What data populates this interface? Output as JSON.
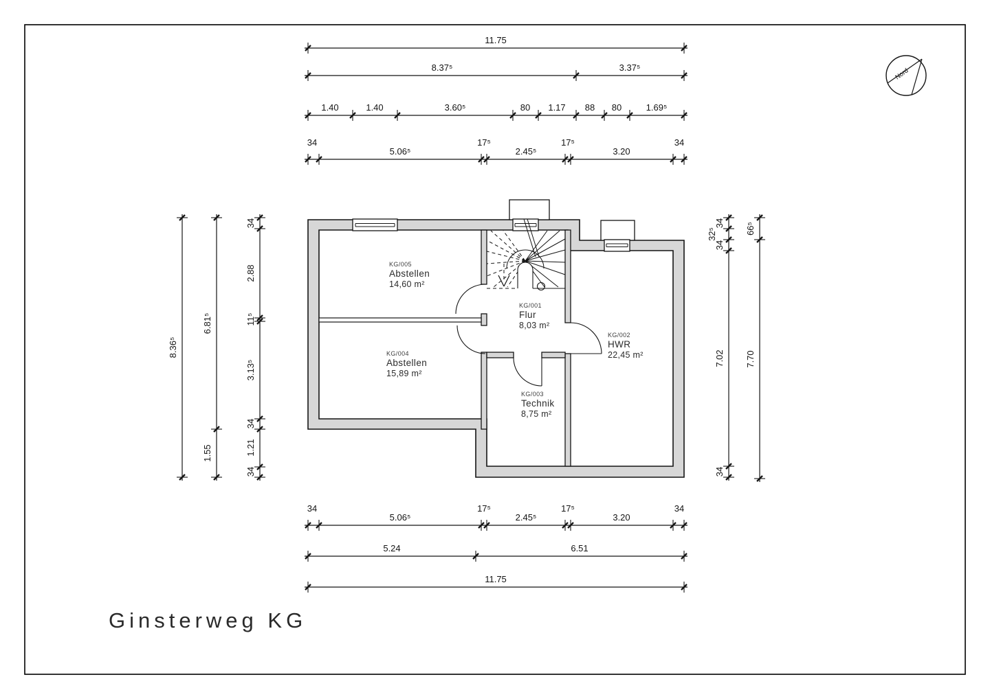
{
  "sheet": {
    "title": "Ginsterweg KG"
  },
  "north": {
    "label": "Nord"
  },
  "rooms": [
    {
      "id": "KG/005",
      "name": "Abstellen",
      "area": "14,60 m²"
    },
    {
      "id": "KG/004",
      "name": "Abstellen",
      "area": "15,89 m²"
    },
    {
      "id": "KG/001",
      "name": "Flur",
      "area": "8,03 m²"
    },
    {
      "id": "KG/002",
      "name": "HWR",
      "area": "22,45 m²"
    },
    {
      "id": "KG/003",
      "name": "Technik",
      "area": "8,75 m²"
    }
  ],
  "dimensions": {
    "top": {
      "row1": [
        "11.75"
      ],
      "row2": [
        "8.37⁵",
        "3.37⁵"
      ],
      "row3": [
        "1.40",
        "1.40",
        "3.60⁵",
        "80",
        "1.17",
        "88",
        "80",
        "1.69⁵"
      ],
      "row4": [
        "34",
        "5.06⁵",
        "17⁵",
        "2.45⁵",
        "17⁵",
        "3.20",
        "34"
      ]
    },
    "left": {
      "col1": [
        "8.36⁵"
      ],
      "col2": [
        "6.81⁵",
        "1.55"
      ],
      "col3": [
        "34",
        "2.88",
        "11⁵",
        "3.13⁵",
        "34",
        "1.21",
        "34"
      ]
    },
    "right": {
      "inner": [
        "34",
        "32⁵",
        "34",
        "7.02",
        "34"
      ],
      "outer": [
        "66⁵",
        "7.70"
      ]
    },
    "bottom": {
      "row1": [
        "34",
        "5.06⁵",
        "17⁵",
        "2.45⁵",
        "17⁵",
        "3.20",
        "34"
      ],
      "row2": [
        "5.24",
        "6.51"
      ],
      "row3": [
        "11.75"
      ]
    }
  }
}
